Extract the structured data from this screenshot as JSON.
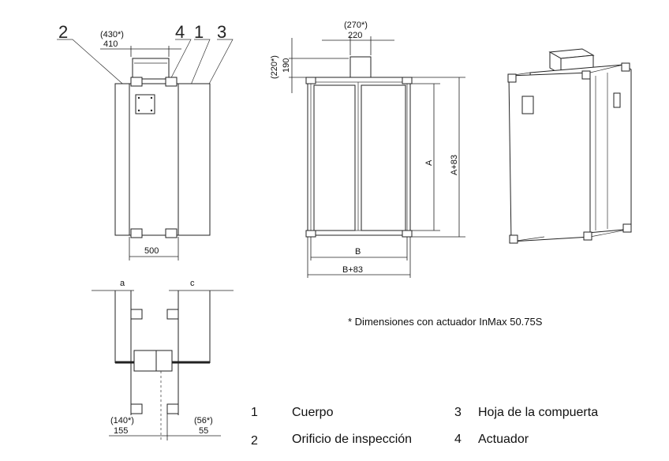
{
  "callouts": [
    "2",
    "4",
    "1",
    "3"
  ],
  "front_view": {
    "dim_top_alt": "(430*)",
    "dim_top": "410",
    "dim_bottom": "500"
  },
  "side_view": {
    "dim_top_alt": "(270*)",
    "dim_top": "220",
    "dim_left_alt": "(220*)",
    "dim_left": "190",
    "dim_a": "A",
    "dim_a83": "A+83",
    "dim_b": "B",
    "dim_b83": "B+83"
  },
  "bottom_view": {
    "label_a": "a",
    "label_c": "c",
    "dim_left_alt": "(140*)",
    "dim_left": "155",
    "dim_right_alt": "(56*)",
    "dim_right": "55"
  },
  "note": "* Dimensiones con actuador InMax 50.75S",
  "legend": [
    {
      "num": "1",
      "label": "Cuerpo"
    },
    {
      "num": "2",
      "label": "Orificio de inspección"
    },
    {
      "num": "3",
      "label": "Hoja de la compuerta"
    },
    {
      "num": "4",
      "label": "Actuador"
    }
  ]
}
